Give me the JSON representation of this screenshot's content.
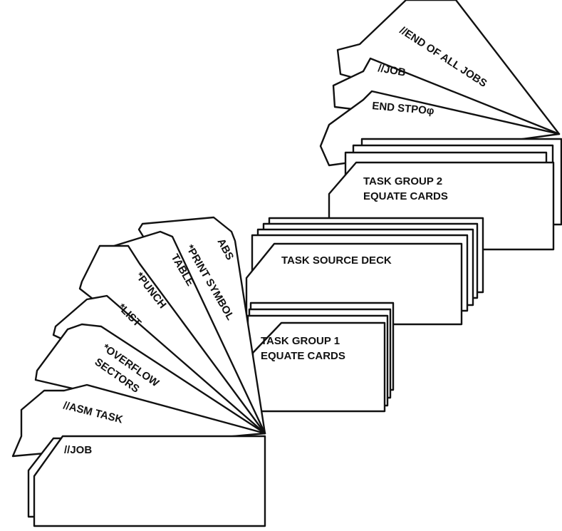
{
  "diagram": {
    "group_right": {
      "end_of_all_jobs": "//END OF ALL JOBS",
      "job": "//JOB",
      "end_stop": "END STPOφ",
      "task_group_2_line1": "TASK GROUP 2",
      "task_group_2_line2": "EQUATE CARDS"
    },
    "group_middle": {
      "task_source_deck": "TASK SOURCE DECK",
      "task_group_1_line1": "TASK GROUP 1",
      "task_group_1_line2": "EQUATE CARDS"
    },
    "group_left": {
      "abs": "ABS",
      "print_symbol_line1": "*PRINT SYMBOL",
      "print_symbol_line2": "TABLE",
      "punch": "*PUNCH",
      "list": "*LIST",
      "overflow_line1": "*OVERFLOW",
      "overflow_line2": "SECTORS",
      "asm_task": "//ASM TASK",
      "job": "//JOB"
    }
  }
}
